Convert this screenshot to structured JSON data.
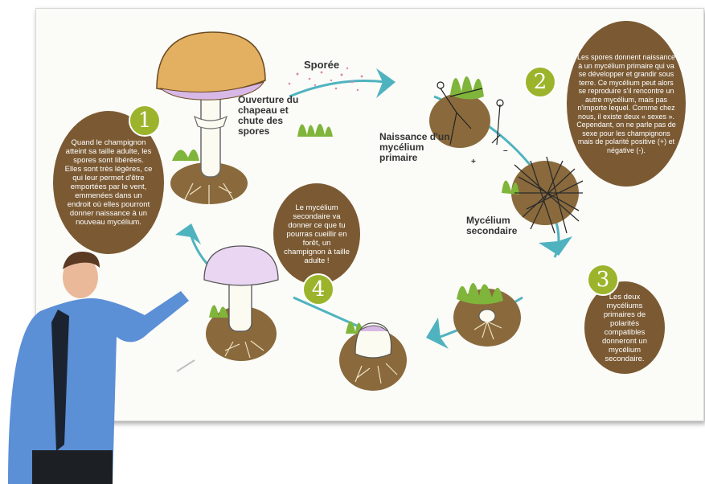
{
  "colors": {
    "oval": "#7b5a33",
    "step_badge": "#9cb42b",
    "arrow": "#4fb3bf",
    "label_text": "#333333"
  },
  "labels": {
    "sporee": "Sporée",
    "ouverture": "Ouverture du chapeau et chute des spores",
    "naissance": "Naissance d'un mycélium primaire",
    "secondaire": "Mycélium secondaire",
    "plus": "+",
    "minus": "–"
  },
  "steps": [
    {
      "number": "1",
      "text": "Quand le champignon atteint sa taille adulte, les spores sont libérées. Elles sont très légères, ce qui leur permet d'être emportées par le vent, emmenées dans un endroit où elles pourront donner naissance à un nouveau mycélium."
    },
    {
      "number": "2",
      "text": "Les spores donnent naissance à un mycélium primaire qui va se développer et grandir sous terre. Ce mycélium peut alors se reproduire s'il rencontre un autre mycélium, mais pas n'importe lequel. Comme chez nous, il existe deux « sexes ». Cependant, on ne parle pas de sexe pour les champignons mais de polarité positive (+) et négative (-)."
    },
    {
      "number": "3",
      "text": "Les deux mycéliums primaires de polarités compatibles donneront un mycélium secondaire."
    },
    {
      "number": "4",
      "text": "Le mycélium secondaire va donner ce que tu pourras cueillir en forêt, un champignon à taille adulte !"
    }
  ]
}
